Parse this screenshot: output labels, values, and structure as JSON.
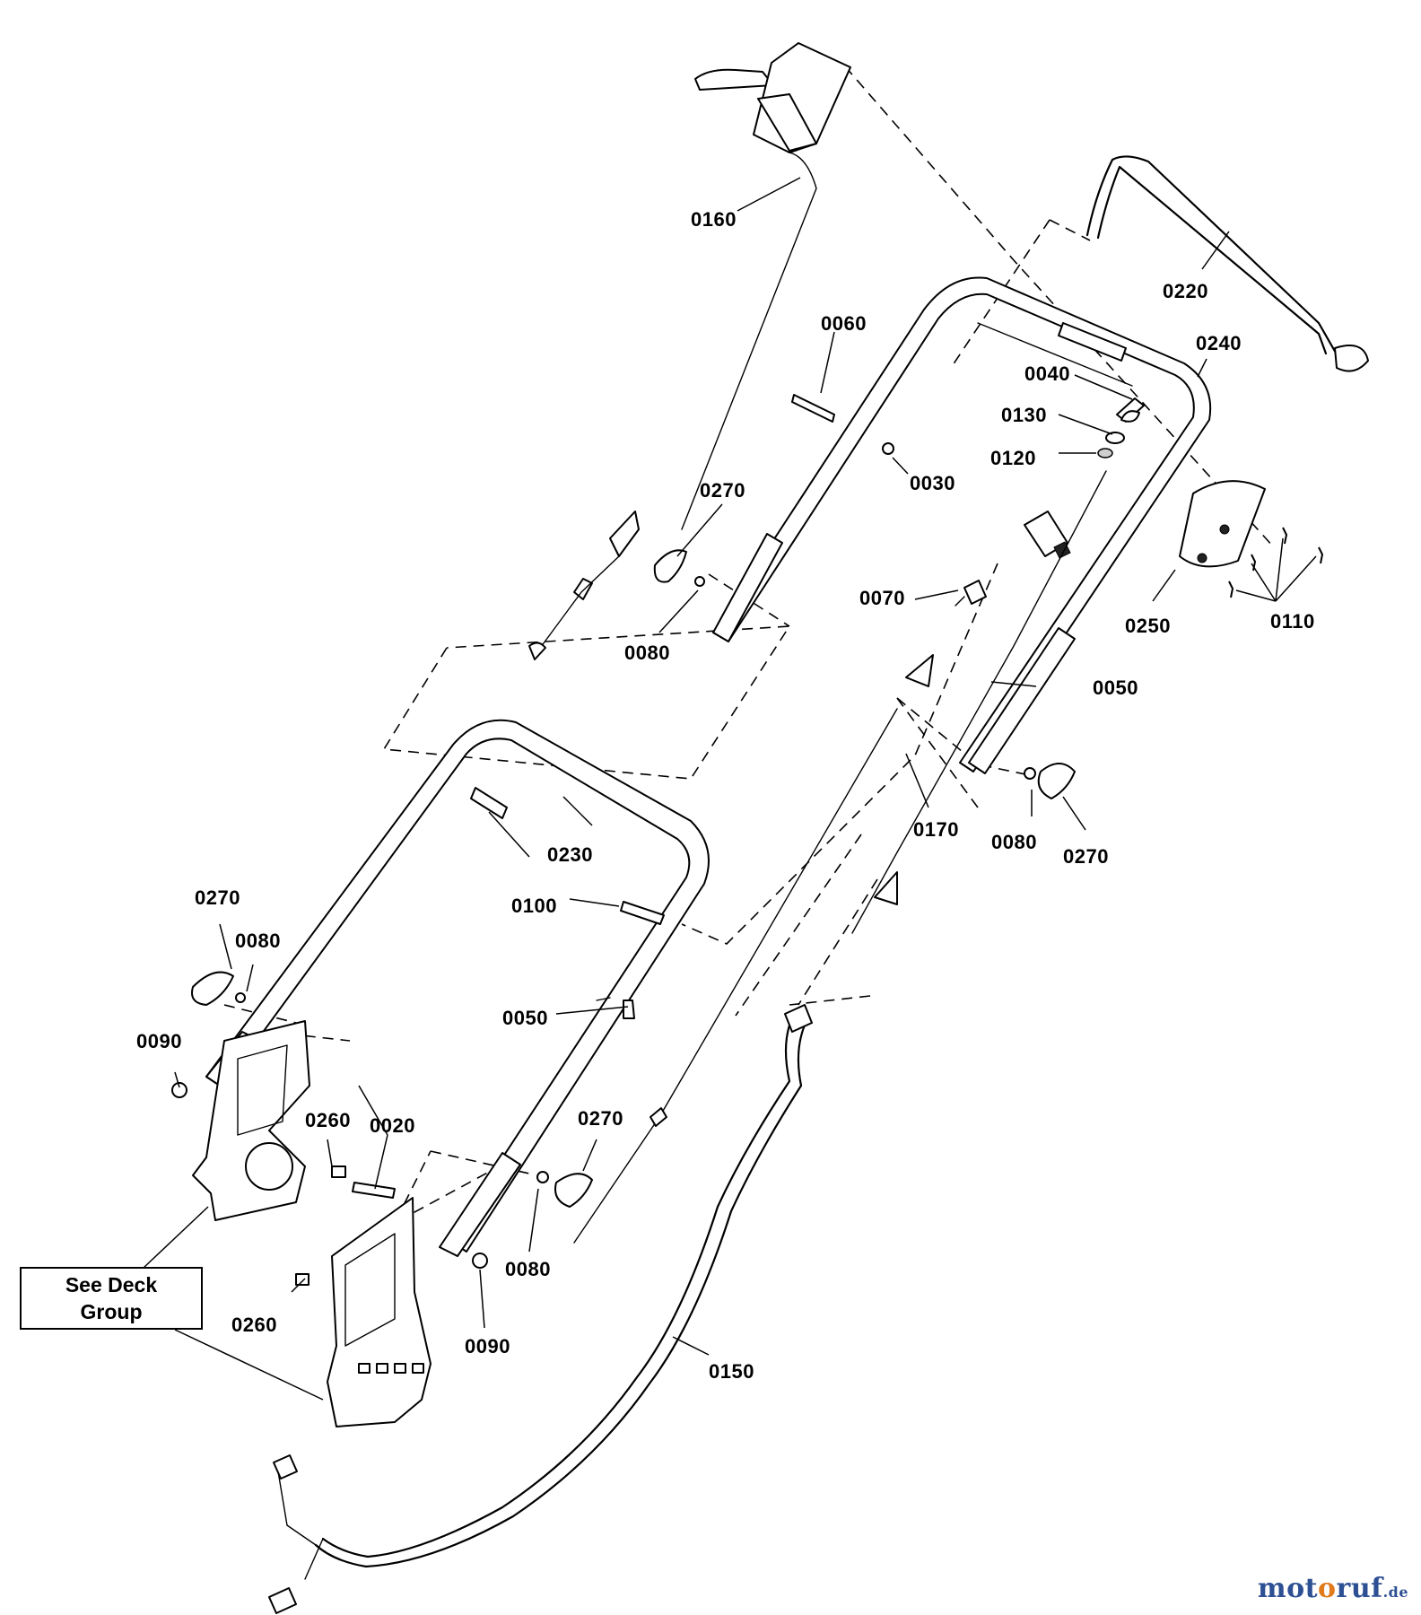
{
  "callouts": [
    {
      "id": "c0160",
      "text": "0160"
    },
    {
      "id": "c0220",
      "text": "0220"
    },
    {
      "id": "c0060",
      "text": "0060"
    },
    {
      "id": "c0240",
      "text": "0240"
    },
    {
      "id": "c0040",
      "text": "0040"
    },
    {
      "id": "c0130",
      "text": "0130"
    },
    {
      "id": "c0120",
      "text": "0120"
    },
    {
      "id": "c0030",
      "text": "0030"
    },
    {
      "id": "c0270a",
      "text": "0270"
    },
    {
      "id": "c0070",
      "text": "0070"
    },
    {
      "id": "c0250",
      "text": "0250"
    },
    {
      "id": "c0110",
      "text": "0110"
    },
    {
      "id": "c0080a",
      "text": "0080"
    },
    {
      "id": "c0050a",
      "text": "0050"
    },
    {
      "id": "c0230",
      "text": "0230"
    },
    {
      "id": "c0170",
      "text": "0170"
    },
    {
      "id": "c0080b",
      "text": "0080"
    },
    {
      "id": "c0270b",
      "text": "0270"
    },
    {
      "id": "c0270c",
      "text": "0270"
    },
    {
      "id": "c0100",
      "text": "0100"
    },
    {
      "id": "c0080c",
      "text": "0080"
    },
    {
      "id": "c0050b",
      "text": "0050"
    },
    {
      "id": "c0090a",
      "text": "0090"
    },
    {
      "id": "c0260a",
      "text": "0260"
    },
    {
      "id": "c0020",
      "text": "0020"
    },
    {
      "id": "c0270d",
      "text": "0270"
    },
    {
      "id": "c0080d",
      "text": "0080"
    },
    {
      "id": "c0260b",
      "text": "0260"
    },
    {
      "id": "c0090b",
      "text": "0090"
    },
    {
      "id": "c0150",
      "text": "0150"
    }
  ],
  "note": {
    "line1": "See Deck",
    "line2": "Group"
  },
  "watermark": {
    "part1": "mot",
    "part2": "o",
    "part3": "ruf",
    "tld": ".de"
  }
}
